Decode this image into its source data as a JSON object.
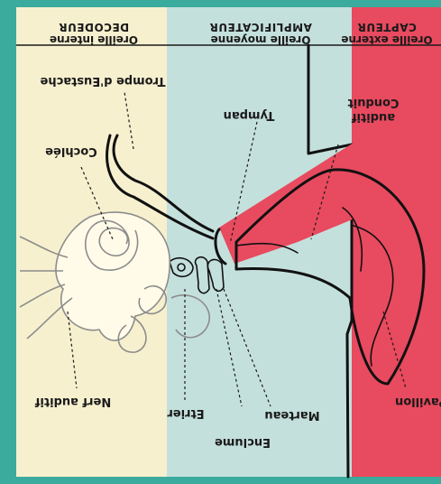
{
  "sections": [
    {
      "key": "capteur",
      "title": "CAPTEUR",
      "subtitle": "Oreille externe",
      "color": "#e84a5f"
    },
    {
      "key": "amplificateur",
      "title": "AMPLIFICATEUR",
      "subtitle": "Oreille moyenne",
      "color": "#c4e0dc"
    },
    {
      "key": "decodeur",
      "title": "DECODEUR",
      "subtitle": "Oreille interne",
      "color": "#f6f0cf"
    }
  ],
  "parts": {
    "trompe": "Trompe d'Eustache",
    "conduit_line1": "Conduit",
    "conduit_line2": "auditif",
    "tympan": "Tympan",
    "cochlee": "Cochlée",
    "pavillon": "Pavillon",
    "nerf": "Nerf auditif",
    "etrier": "Etrier",
    "marteau": "Marteau",
    "enclume": "Enclume"
  },
  "orientation": "upside-down (rotated 180°)"
}
